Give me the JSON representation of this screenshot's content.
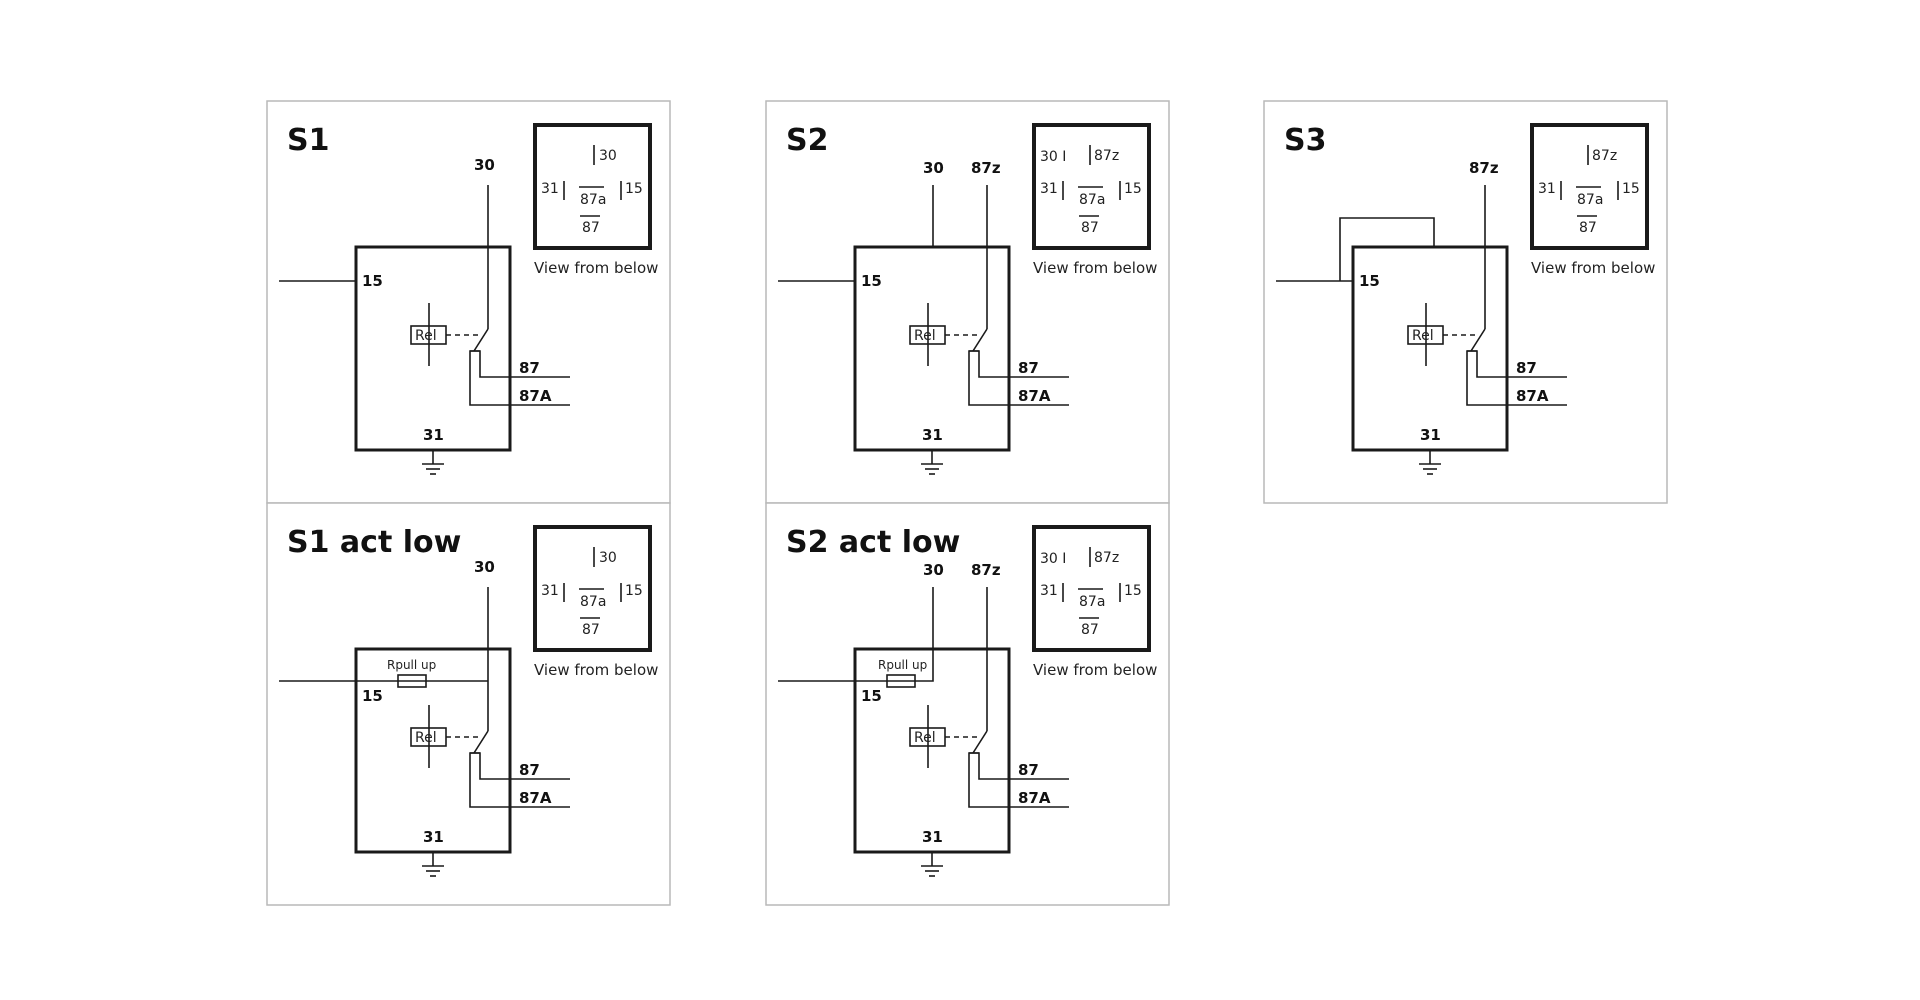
{
  "view_caption": "View from below",
  "relay_label": "Rel",
  "pullup_label": "Rpull up",
  "pins": {
    "p30": "30",
    "p87z": "87z",
    "p15": "15",
    "p87": "87",
    "p87A": "87A",
    "p31": "31",
    "p87a": "87a"
  },
  "pinout": {
    "p30_marked": "30 I"
  },
  "panels": [
    {
      "title": "S1"
    },
    {
      "title": "S2"
    },
    {
      "title": "S3"
    },
    {
      "title": "S1 act low"
    },
    {
      "title": "S2 act low"
    }
  ]
}
